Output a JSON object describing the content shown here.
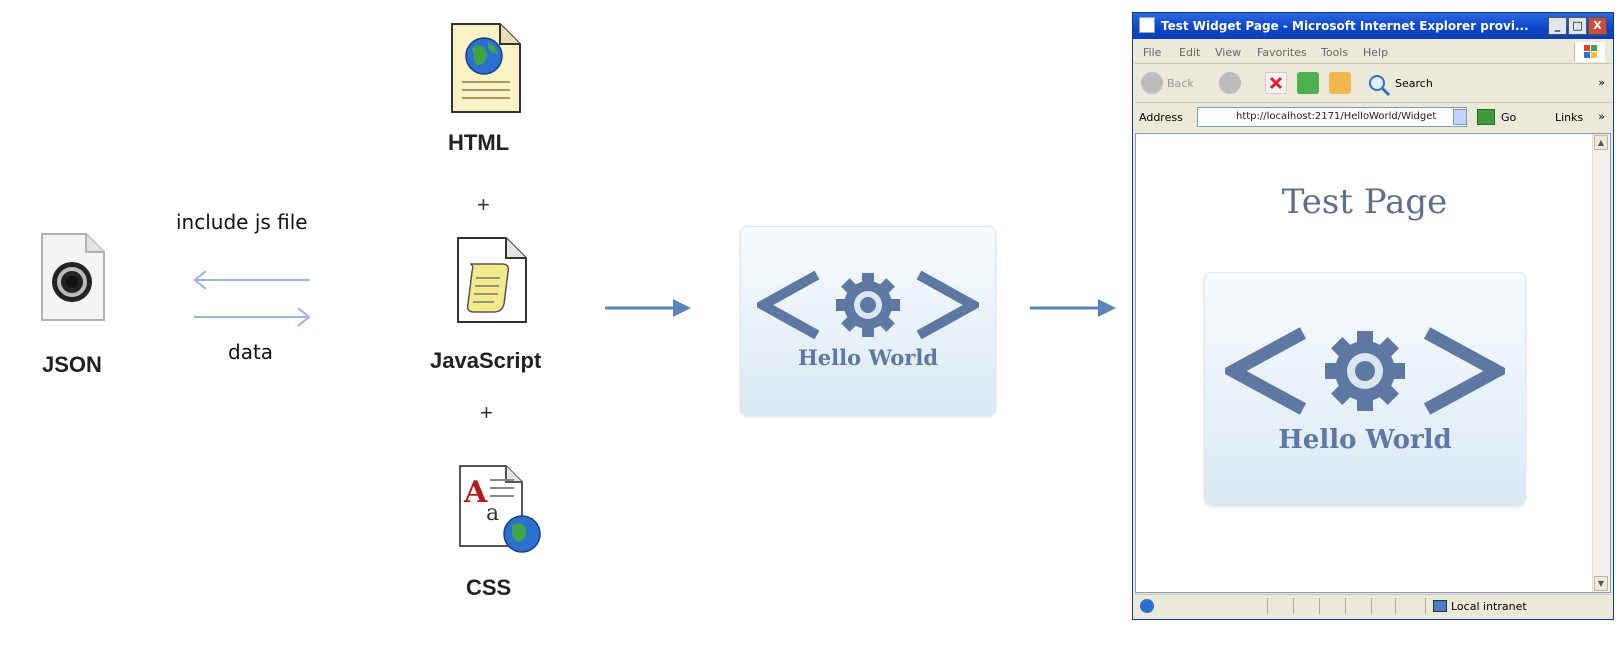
{
  "labels": {
    "json": "JSON",
    "html": "HTML",
    "javascript": "JavaScript",
    "css": "CSS",
    "plus": "+",
    "include": "include js file",
    "data": "data"
  },
  "widget": {
    "text": "Hello World",
    "lt": "<",
    "gt": ">"
  },
  "browser": {
    "title": "Test Widget Page - Microsoft Internet Explorer provi...",
    "window_buttons": [
      "_",
      "□",
      "X"
    ],
    "menu": [
      "File",
      "Edit",
      "View",
      "Favorites",
      "Tools",
      "Help"
    ],
    "back_label": "Back",
    "search_label": "Search",
    "address_label": "Address",
    "address_value": "http://localhost:2171/HelloWorld/Widget",
    "go_label": "Go",
    "links_label": "Links",
    "chevron": "»",
    "page_title": "Test Page",
    "status_zone": "Local intranet"
  },
  "colors": {
    "arrow": "#5b84b8",
    "arrow_light": "#9bb5d6",
    "widget_blue": "#5e78a4"
  },
  "icons": {
    "json": "json-file-icon",
    "html": "html-file-icon",
    "javascript": "script-file-icon",
    "css": "stylesheet-file-icon",
    "gear": "gear-icon"
  }
}
